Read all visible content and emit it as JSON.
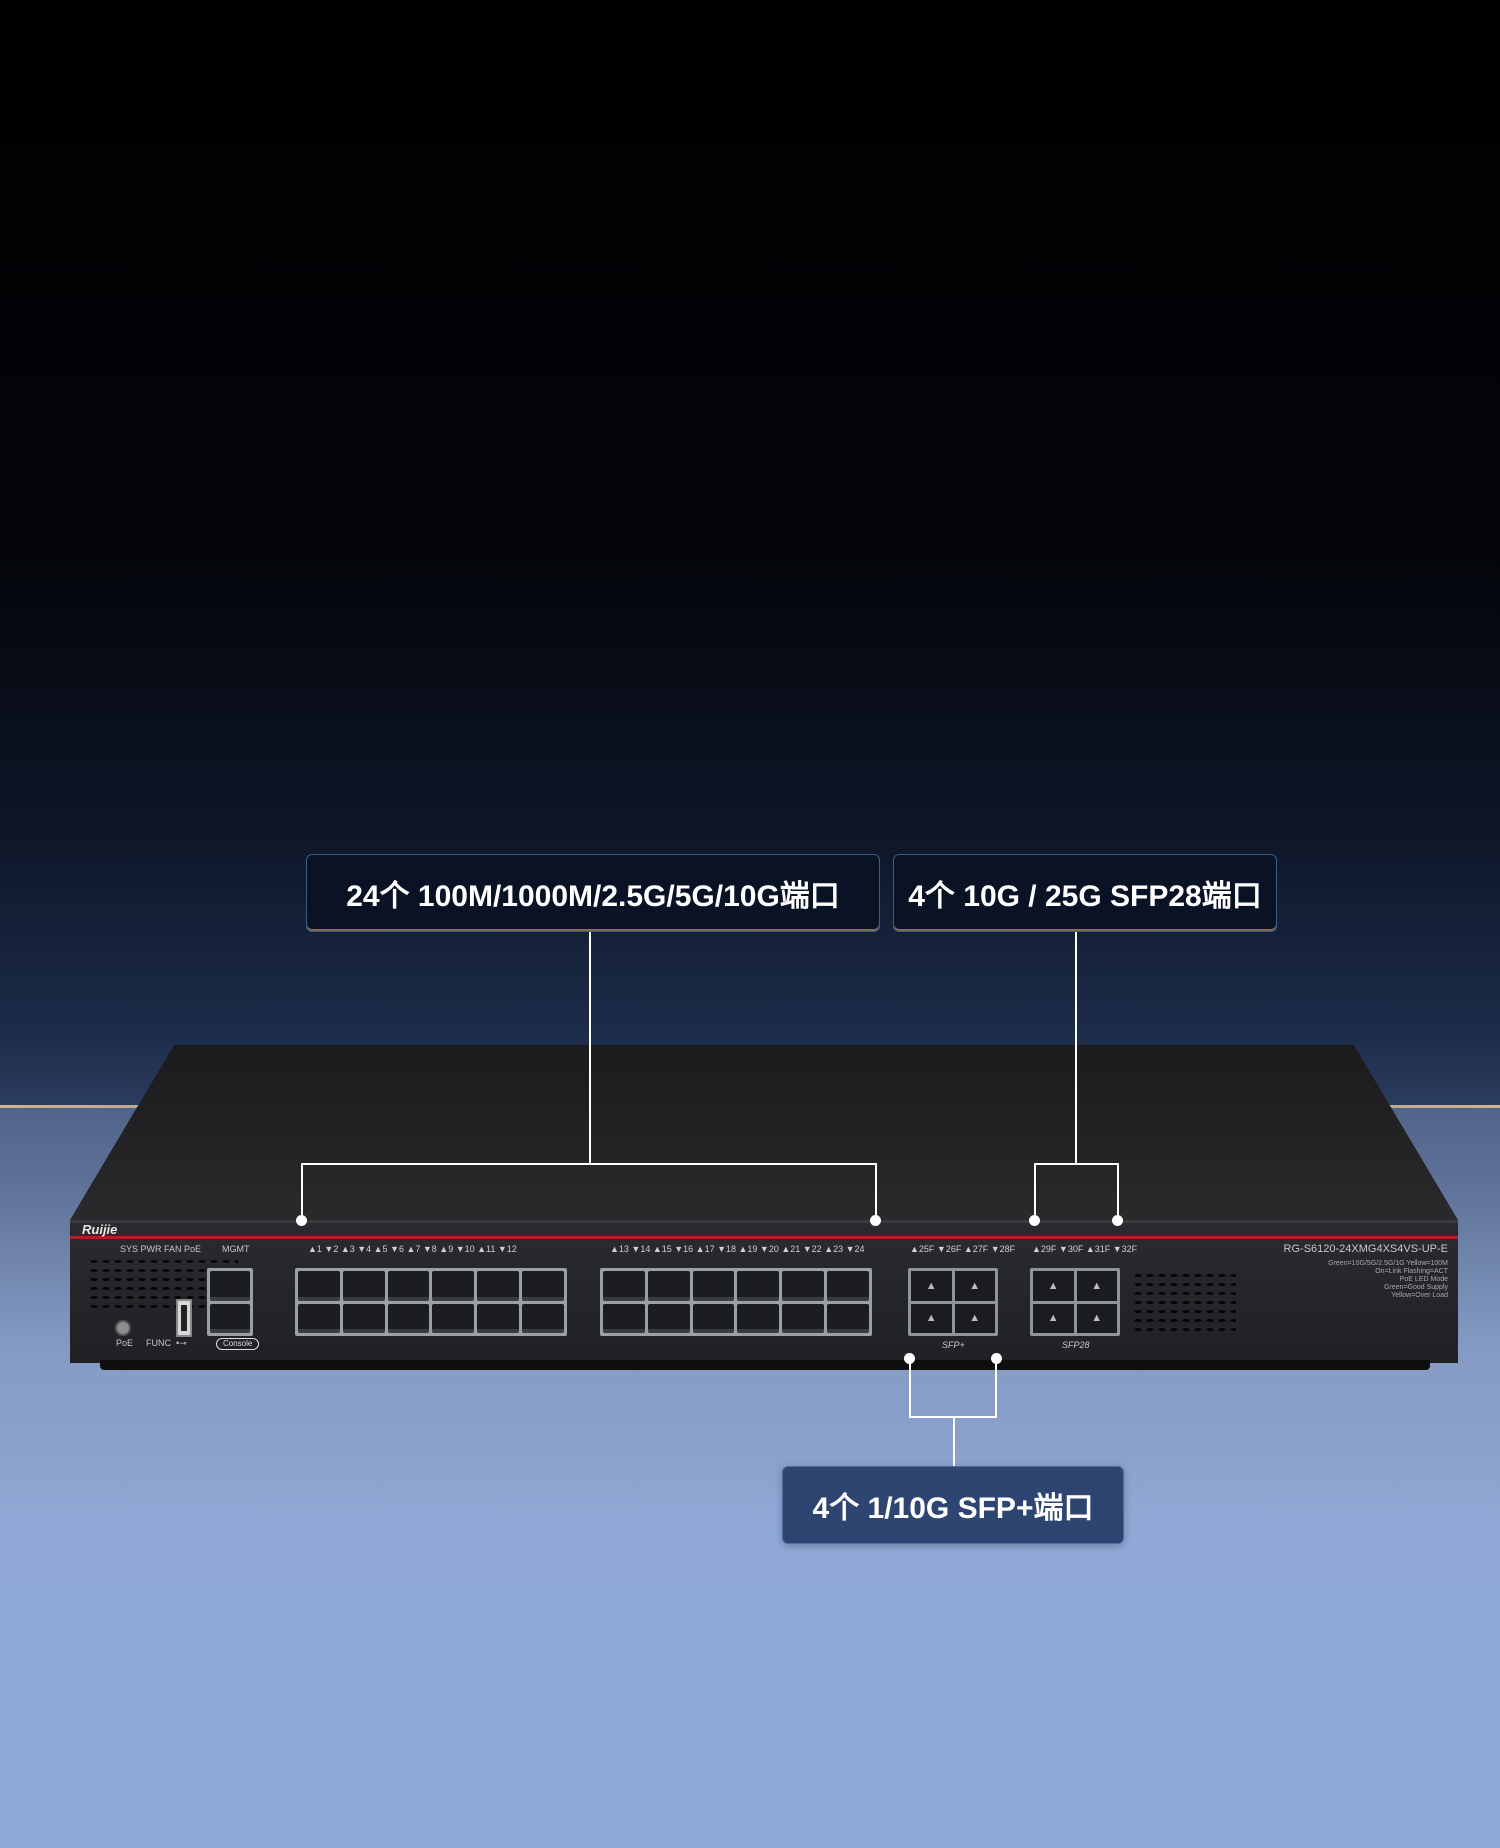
{
  "callouts": {
    "rj45": "24个 100M/1000M/2.5G/5G/10G端口",
    "sfp28": "4个 10G / 25G SFP28端口",
    "sfp_plus": "4个 1/10G SFP+端口"
  },
  "device": {
    "brand": "Ruijie",
    "model": "RG-S6120-24XMG4XS4VS-UP-E",
    "status_leds": "SYS PWR FAN PoE",
    "mgmt_label": "MGMT",
    "poe_label": "PoE",
    "func_label": "FUNC",
    "usb_label": "•⊸",
    "console_label": "Console",
    "ports_1_12": "▲1 ▼2 ▲3 ▼4 ▲5 ▼6 ▲7 ▼8 ▲9 ▼10 ▲11 ▼12",
    "ports_13_24": "▲13 ▼14 ▲15 ▼16 ▲17 ▼18 ▲19 ▼20 ▲21 ▼22 ▲23 ▼24",
    "ports_25_28": "▲25F ▼26F ▲27F ▼28F",
    "ports_29_32": "▲29F ▼30F ▲31F ▼32F",
    "sfp_plus_label": "SFP+",
    "sfp28_label": "SFP28",
    "legend": [
      "Green=10G/5G/2.5G/1G  Yellow=100M",
      "On=Link  Flashing=ACT",
      "PoE  LED  Mode",
      "Green=Good Supply",
      "Yellow=Over Load"
    ]
  }
}
